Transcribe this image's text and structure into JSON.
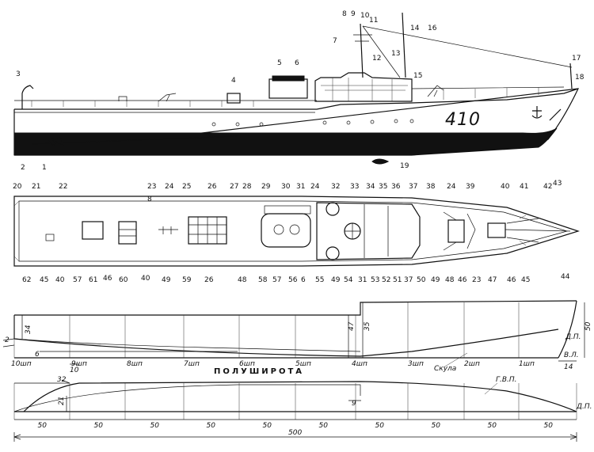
{
  "hull_number": "410",
  "callouts_top": [
    "1",
    "2",
    "3",
    "4",
    "5",
    "6",
    "7",
    "8",
    "9",
    "10",
    "11",
    "12",
    "13",
    "14",
    "15",
    "16",
    "17",
    "18",
    "19"
  ],
  "callouts_plan_top": [
    "20",
    "21",
    "22",
    "23",
    "8",
    "24",
    "25",
    "26",
    "27",
    "28",
    "29",
    "30",
    "31",
    "24",
    "32",
    "33",
    "34",
    "35",
    "36",
    "37",
    "38",
    "24",
    "39",
    "40",
    "41",
    "42",
    "43"
  ],
  "callouts_plan_bottom": [
    "62",
    "45",
    "40",
    "57",
    "61",
    "46",
    "60",
    "40",
    "49",
    "59",
    "26",
    "48",
    "58",
    "57",
    "56",
    "6",
    "55",
    "49",
    "54",
    "31",
    "53",
    "52",
    "51",
    "37",
    "50",
    "49",
    "48",
    "46",
    "23",
    "47",
    "46",
    "45",
    "44"
  ],
  "lines_view": {
    "stations": [
      "10шп",
      "9шп",
      "8шп",
      "7шп",
      "6шп",
      "5шп",
      "4шп",
      "3шп",
      "2шп",
      "1шп"
    ],
    "dims": {
      "stern_height": "34",
      "step_height": "47",
      "step_mid": "35",
      "bow_height": "50",
      "bow_length": "14",
      "stern_a": "2",
      "stern_b": "6"
    },
    "labels": {
      "chine": "Скула",
      "dp": "Д.П.",
      "vl": "В.Л."
    }
  },
  "half_breadth": {
    "title": "ПОЛУШИРОТА",
    "label_gvp": "Г.В.П.",
    "label_dp": "Д.П.",
    "dims": {
      "d32": "32",
      "d10": "10",
      "d21": "21",
      "d9": "9"
    },
    "spacings": [
      "50",
      "50",
      "50",
      "50",
      "50",
      "50",
      "50",
      "50",
      "50",
      "50"
    ],
    "total": "500"
  }
}
